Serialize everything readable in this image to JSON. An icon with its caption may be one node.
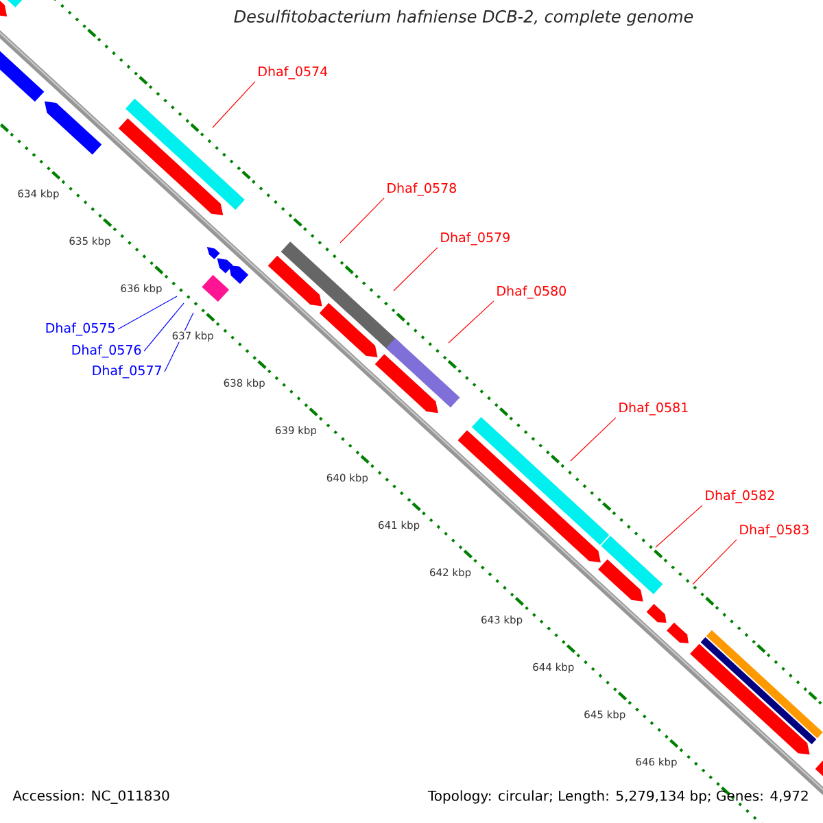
{
  "diagram": {
    "title": "Desulfitobacterium hafniense DCB-2, complete genome",
    "nodes": [
      {
        "text": [
          "Dhaf_0574"
        ]
      },
      {
        "text": [
          "Dhaf_0578"
        ]
      },
      {
        "text": [
          "Dhaf_0579"
        ]
      },
      {
        "text": [
          "Dhaf_0580"
        ]
      },
      {
        "text": [
          "Dhaf_0581"
        ]
      },
      {
        "text": [
          "Dhaf_0582"
        ]
      },
      {
        "text": [
          "Dhaf_0583"
        ]
      },
      {
        "text": [
          "Dhaf_0575"
        ]
      },
      {
        "text": [
          "Dhaf_0576"
        ]
      },
      {
        "text": [
          "Dhaf_0577"
        ]
      }
    ],
    "edges": [
      {
        "from": 0,
        "to": null,
        "arrow": "none"
      },
      {
        "from": 1,
        "to": null,
        "arrow": "none"
      },
      {
        "from": 2,
        "to": null,
        "arrow": "none"
      },
      {
        "from": 3,
        "to": null,
        "arrow": "none"
      },
      {
        "from": 4,
        "to": null,
        "arrow": "none"
      },
      {
        "from": 5,
        "to": null,
        "arrow": "none"
      },
      {
        "from": 6,
        "to": null,
        "arrow": "none"
      },
      {
        "from": 7,
        "to": null,
        "arrow": "none",
        "color": "#0000ff"
      },
      {
        "from": 8,
        "to": null,
        "arrow": "none",
        "color": "#0000ff"
      },
      {
        "from": 9,
        "to": null,
        "arrow": "none",
        "color": "#0000ff"
      }
    ],
    "labels": [
      "634 kbp",
      "635 kbp",
      "636 kbp",
      "637 kbp",
      "638 kbp",
      "639 kbp",
      "640 kbp",
      "641 kbp",
      "642 kbp",
      "643 kbp",
      "644 kbp",
      "645 kbp",
      "646 kbp",
      "Accession: NC_011830",
      "Topology: circular; Length: 5,279,134 bp; Genes: 4,972"
    ]
  }
}
